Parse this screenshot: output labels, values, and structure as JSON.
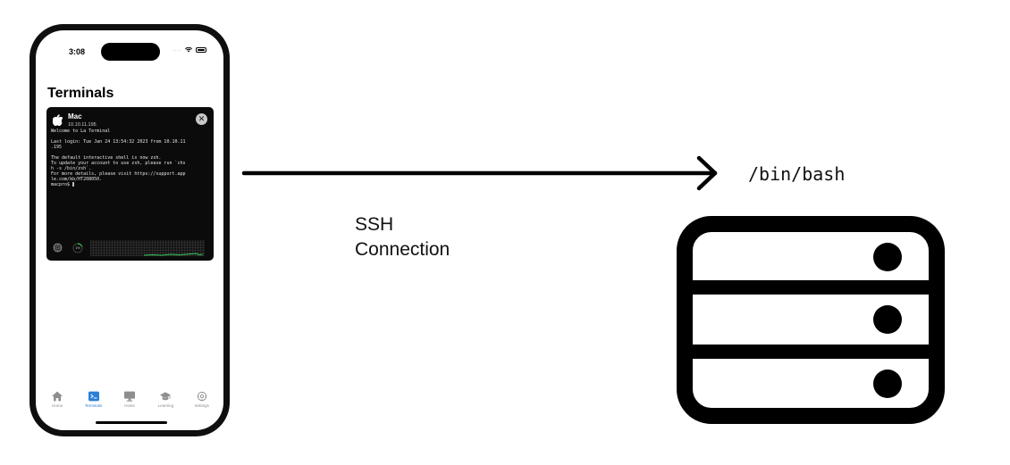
{
  "phone": {
    "status_time": "3:08",
    "status_dots": "....",
    "screen_title": "Terminals",
    "terminal_card": {
      "host_name": "Mac",
      "host_ip": "10.10.11.195",
      "output_lines": [
        "Welcome to La Terminal",
        "",
        "Last login: Tue Jan 24 13:54:32 2023 from 10.10.11",
        ".195",
        "",
        "The default interactive shell is now zsh.",
        "To update your account to use zsh, please run `chs",
        "h -s /bin/zsh`.",
        "For more details, please visit https://support.app",
        "le.com/kb/HT208050.",
        "macpro$ "
      ],
      "cpu_percent": "1%",
      "close_icon": "close-icon",
      "host_icon": "apple-logo-icon"
    },
    "tabs": [
      {
        "label": "Home",
        "icon": "home-icon",
        "active": false
      },
      {
        "label": "Terminals",
        "icon": "terminal-icon",
        "active": true
      },
      {
        "label": "Hosts",
        "icon": "monitor-icon",
        "active": false
      },
      {
        "label": "Learning",
        "icon": "graduation-cap-icon",
        "active": false
      },
      {
        "label": "Settings",
        "icon": "gear-icon",
        "active": false
      }
    ]
  },
  "diagram": {
    "connection_label_line1": "SSH",
    "connection_label_line2": "Connection",
    "shell_label": "/bin/bash",
    "server_icon": "server-rack-icon",
    "colors": {
      "stroke": "#000000",
      "terminal_bg": "#0b0b0b",
      "accent": "#2c7fd6"
    }
  }
}
